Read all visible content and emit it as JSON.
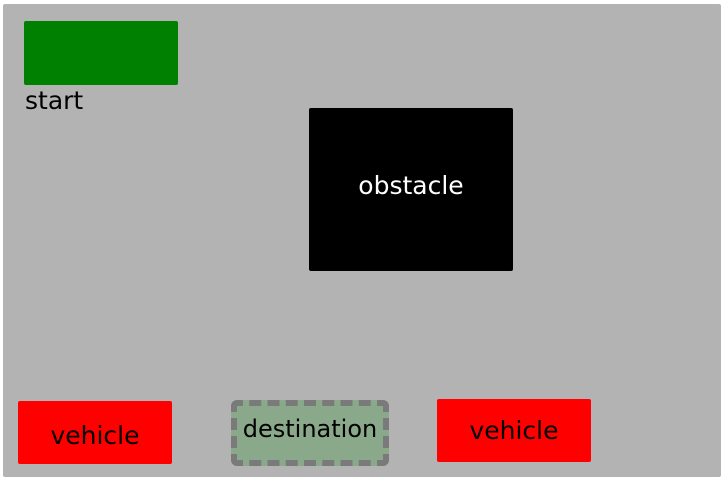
{
  "scene": {
    "start": {
      "label": "start",
      "color": "#008000"
    },
    "obstacle": {
      "label": "obstacle",
      "color": "#000000"
    },
    "vehicles": [
      {
        "label": "vehicle",
        "color": "#ff0000"
      },
      {
        "label": "vehicle",
        "color": "#ff0000"
      }
    ],
    "destination": {
      "label": "destination",
      "color": "#8aa88a"
    },
    "background_color": "#b3b3b3"
  }
}
